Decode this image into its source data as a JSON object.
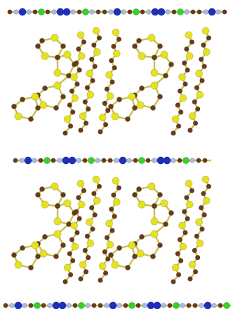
{
  "figure": {
    "background": "#ffffff"
  },
  "colors": {
    "C": "#6a3b1a",
    "S": "#e6e31d",
    "Cl": "#33d426",
    "blue": "#1e2fbf",
    "lightblue": "#a9b9e6",
    "bond": "#c6c24a"
  },
  "structure": {
    "layers": [
      {
        "kind": "chain",
        "label": "top-chain"
      },
      {
        "kind": "sheet",
        "label": "upper-sheet"
      },
      {
        "kind": "chain",
        "label": "middle-chain"
      },
      {
        "kind": "sheet",
        "label": "lower-sheet"
      },
      {
        "kind": "chain",
        "label": "bottom-chain"
      }
    ]
  }
}
